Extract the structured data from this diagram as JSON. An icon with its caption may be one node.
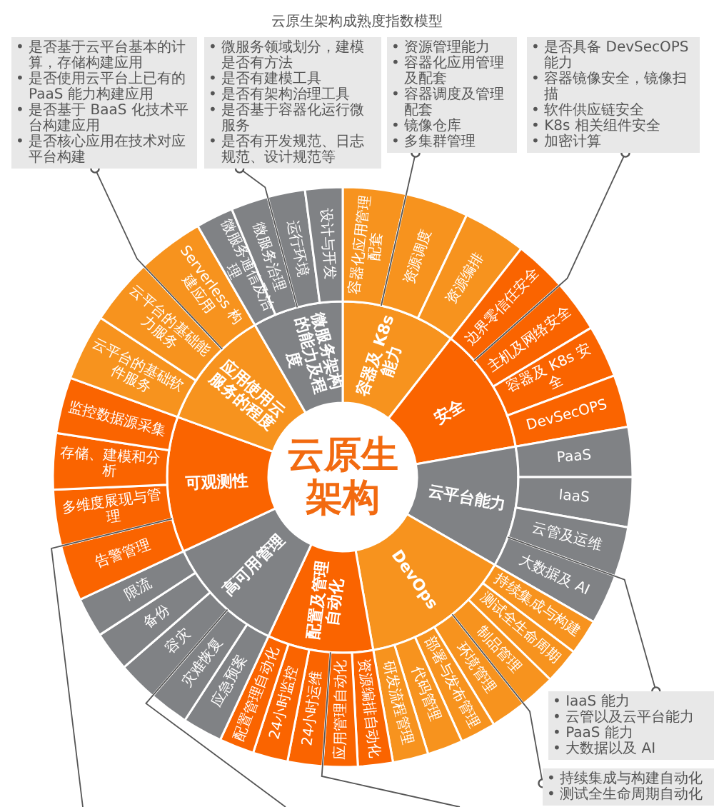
{
  "diagram": {
    "title": "云原生架构成熟度指数模型",
    "nodes": [
      {
        "text": [
          "• 是否基于云平台基本的计算，存储构建应用",
          "• 是否使用云平台上已有的 PaaS 能力构建应用",
          "• 是否基于 BaaS 化技术平台构建应用",
          "• 是否核心应用在技术对应平台构建"
        ]
      },
      {
        "text": [
          "• 微服务领域划分，建模是否有方法",
          "• 是否有建模工具",
          "• 是否有架构治理工具",
          "• 是否基于容器化运行微服务",
          "• 是否有开发规范、日志规范、设计规范等"
        ]
      },
      {
        "text": [
          "• 资源管理能力",
          "• 容器化应用管理及配套",
          "• 容器调度及管理配套",
          "• 镜像仓库",
          "• 多集群管理"
        ]
      },
      {
        "text": [
          "• 是否具备 DevSecOPS 能力",
          "• 容器镜像安全，镜像扫描",
          "• 软件供应链安全",
          "• K8s 相关组件安全",
          "• 加密计算"
        ]
      },
      {
        "text": [
          "云原生架构"
        ]
      },
      {
        "text": [
          "容器及 K8s 能力"
        ]
      },
      {
        "text": [
          "容器化应用管理配套"
        ]
      },
      {
        "text": [
          "资源调度"
        ]
      },
      {
        "text": [
          "资源编排"
        ]
      },
      {
        "text": [
          "安全"
        ]
      },
      {
        "text": [
          "边界零信任安全"
        ]
      },
      {
        "text": [
          "主机及网络安全"
        ]
      },
      {
        "text": [
          "容器及 K8s 安全"
        ]
      },
      {
        "text": [
          "DevSecOPS"
        ]
      },
      {
        "text": [
          "云平台能力"
        ]
      },
      {
        "text": [
          "PaaS"
        ]
      },
      {
        "text": [
          "IaaS"
        ]
      },
      {
        "text": [
          "云管及运维"
        ]
      },
      {
        "text": [
          "大数据及 AI"
        ]
      },
      {
        "text": [
          "DevOps"
        ]
      },
      {
        "text": [
          "持续集成与构建"
        ]
      },
      {
        "text": [
          "测试全生命周期"
        ]
      },
      {
        "text": [
          "制品管理"
        ]
      },
      {
        "text": [
          "环境管理"
        ]
      },
      {
        "text": [
          "部署与发布管理"
        ]
      },
      {
        "text": [
          "代码管理"
        ]
      },
      {
        "text": [
          "研发流程管理"
        ]
      },
      {
        "text": [
          "配置及管理自动化"
        ]
      },
      {
        "text": [
          "资源编排自动化"
        ]
      },
      {
        "text": [
          "应用管理自动化"
        ]
      },
      {
        "text": [
          "24小时运维"
        ]
      },
      {
        "text": [
          "24小时监控"
        ]
      },
      {
        "text": [
          "配置管理自动化"
        ]
      },
      {
        "text": [
          "高可用管理"
        ]
      },
      {
        "text": [
          "应急预案"
        ]
      },
      {
        "text": [
          "灾难恢复"
        ]
      },
      {
        "text": [
          "容灾"
        ]
      },
      {
        "text": [
          "备份"
        ]
      },
      {
        "text": [
          "限流"
        ]
      },
      {
        "text": [
          "可观测性"
        ]
      },
      {
        "text": [
          "告警管理"
        ]
      },
      {
        "text": [
          "多维度展现与管理"
        ]
      },
      {
        "text": [
          "存储、建模和分析"
        ]
      },
      {
        "text": [
          "监控数据源采集"
        ]
      },
      {
        "text": [
          "应用使用云服务的程度"
        ]
      },
      {
        "text": [
          "云平台的基础软件服务"
        ]
      },
      {
        "text": [
          "云平台的基础能力服务"
        ]
      },
      {
        "text": [
          "Serverless 构建应用"
        ]
      },
      {
        "text": [
          "微服务架构的能力及程度"
        ]
      },
      {
        "text": [
          "微服务通信及治理"
        ]
      },
      {
        "text": [
          "微服务治理"
        ]
      },
      {
        "text": [
          "运行环境"
        ]
      },
      {
        "text": [
          "设计与开发"
        ]
      },
      {
        "text": [
          "• IaaS 能力",
          "• 云管以及云平台能力",
          "• PaaS 能力",
          "• 大数据以及 AI"
        ]
      },
      {
        "text": [
          "• 持续集成与构建自动化",
          "• 测试全生命周期自动化"
        ]
      }
    ],
    "edges": [
      {
        "from": 0,
        "to": 44,
        "arrow": "other"
      },
      {
        "from": 1,
        "to": 48,
        "arrow": "other"
      },
      {
        "from": 2,
        "to": 5,
        "arrow": "other"
      },
      {
        "from": 3,
        "to": 9,
        "arrow": "other"
      },
      {
        "from": 53,
        "to": 14,
        "arrow": "other"
      },
      {
        "from": 54,
        "to": 19,
        "arrow": "other"
      },
      {
        "from": 39,
        "to": null,
        "arrow": "none"
      },
      {
        "from": 33,
        "to": null,
        "arrow": "none"
      },
      {
        "from": 27,
        "to": null,
        "arrow": "none"
      }
    ]
  }
}
